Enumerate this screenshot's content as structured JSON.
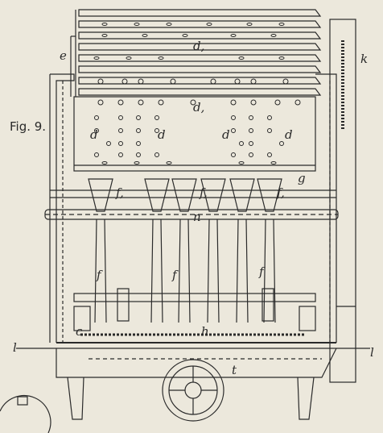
{
  "figure_label": "Fig. 9.",
  "labels": {
    "d1_top": "d,",
    "d1_mid": "d,",
    "d_a": "d",
    "d_b": "d",
    "d_c": "d",
    "d_d": "d",
    "e": "e",
    "k": "k",
    "g": "g",
    "f1_a": "f,",
    "f1_b": "f,",
    "f1_c": "f,",
    "n": "n",
    "f_a": "f",
    "f_b": "f",
    "f_c": "f",
    "c": "c",
    "h": "h",
    "t": "t",
    "l_left": "l",
    "l_right": "l"
  },
  "colors": {
    "paper": "#ece8dc",
    "ink": "#2a2a2a"
  }
}
